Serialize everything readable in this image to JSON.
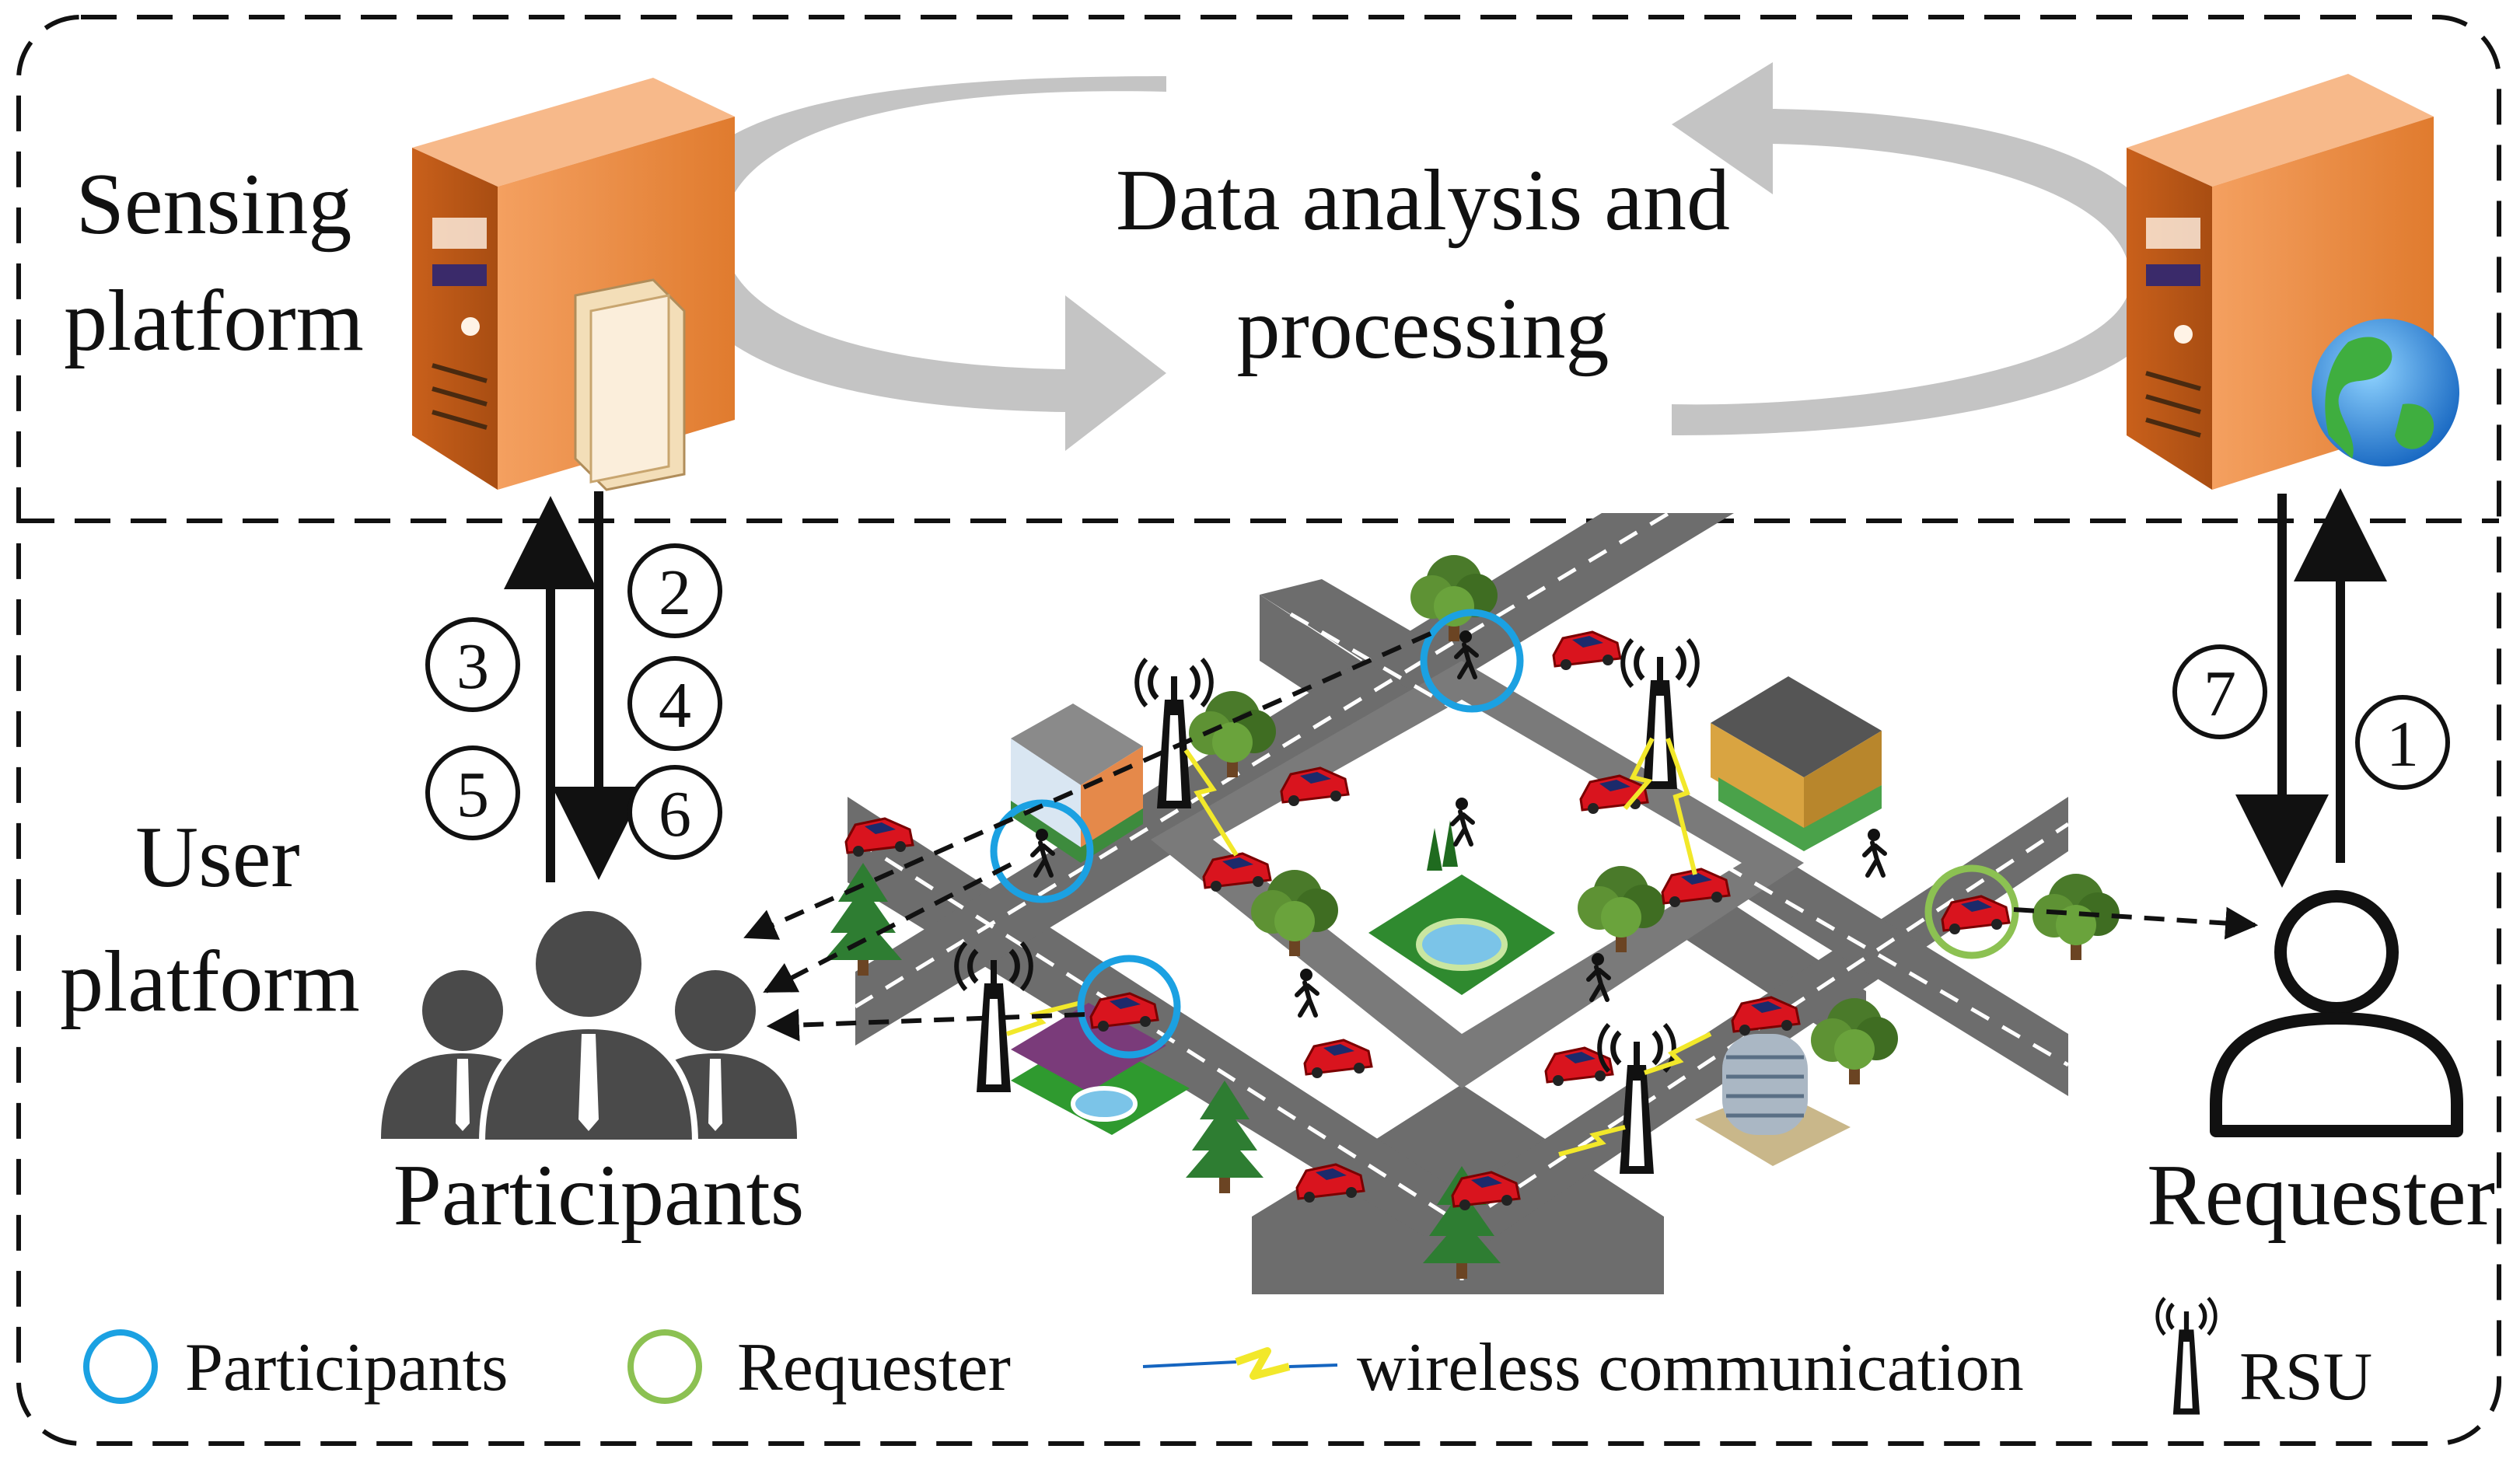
{
  "labels": {
    "sensing_line1": "Sensing",
    "sensing_line2": "platform",
    "data_line1": "Data analysis and",
    "data_line2": "processing",
    "user_line1": "User",
    "user_line2": "platform",
    "participants": "Participants",
    "requester": "Requester"
  },
  "steps": [
    "1",
    "2",
    "3",
    "4",
    "5",
    "6",
    "7"
  ],
  "legend": {
    "participants": "Participants",
    "requester": "Requester",
    "wireless": "wireless communication",
    "rsu": "RSU"
  },
  "colors": {
    "server_orange": "#e07b2e",
    "participant_circle": "#1ba1e2",
    "requester_circle": "#8cc152",
    "road": "#6d6d6d",
    "arrow_gray": "#c4c4c4",
    "car_red": "#d9141e",
    "wireless_yellow": "#f2e82a"
  }
}
